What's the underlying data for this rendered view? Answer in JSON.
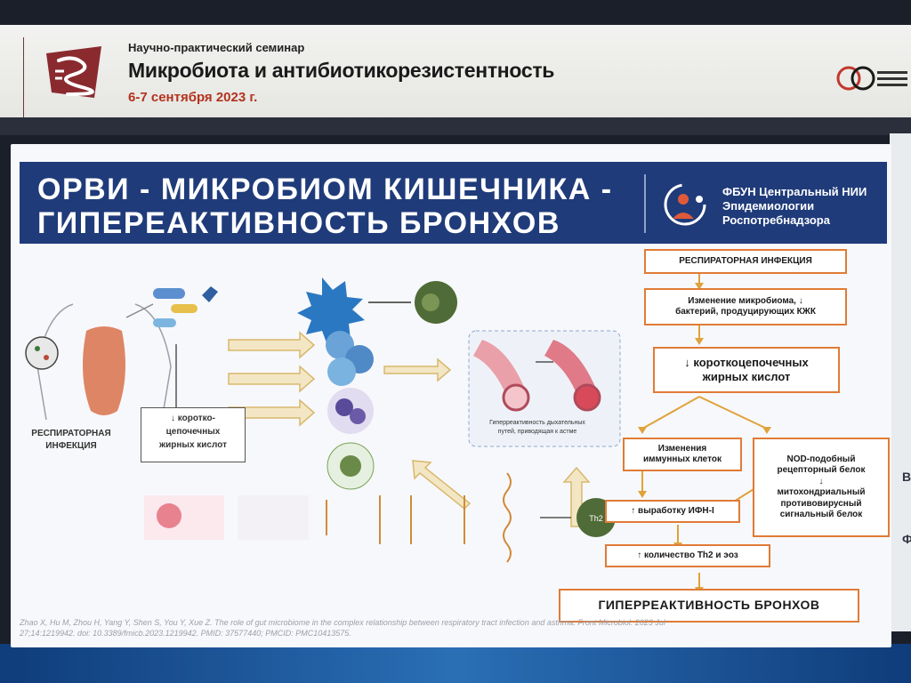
{
  "seminar": {
    "subtitle": "Научно-практический семинар",
    "title": "Микробиота и антибиотикорезистентность",
    "date": "6-7 сентября 2023 г."
  },
  "slide": {
    "title_line1": "ОРВИ - МИКРОБИОМ КИШЕЧНИКА -",
    "title_line2": "ГИПЕРЕАКТИВНОСТЬ БРОНХОВ",
    "org_line1": "ФБУН Центральный НИИ",
    "org_line2": "Эпидемиологии",
    "org_line3": "Роспотребнадзора"
  },
  "diagram": {
    "left_label_1": "РЕСПИРАТОРНАЯ",
    "left_label_2": "ИНФЕКЦИЯ",
    "center_box_1": "↓ коротко-",
    "center_box_2": "цепочечных",
    "center_box_3": "жирных кислот",
    "illus_caption_1": "Гиперреактивность дыхательных",
    "illus_caption_2": "путей, приводящая к астме",
    "cell_th2": "Th2"
  },
  "flow": {
    "box1": "РЕСПИРАТОРНАЯ ИНФЕКЦИЯ",
    "box2_l1": "Изменение микробиома, ↓",
    "box2_l2": "бактерий, продуцирующих КЖК",
    "box3_l1": "↓ короткоцепочечных",
    "box3_l2": "жирных кислот",
    "box4_l1": "Изменения",
    "box4_l2": "иммунных клеток",
    "box5_l1": "NOD-подобный",
    "box5_l2": "рецепторный белок",
    "box5_l3": "↓",
    "box5_l4": "митохондриальный",
    "box5_l5": "противовирусный",
    "box5_l6": "сигнальный белок",
    "box6": "↑ выработку ИФН-I",
    "box7": "↑ количество Th2 и эоз",
    "box8": "ГИПЕРРЕАКТИВНОСТЬ БРОНХОВ"
  },
  "citation": {
    "line1": "Zhao X, Hu M, Zhou H, Yang Y, Shen S, You Y, Xue Z. The role of gut microbiome in the complex relationship between respiratory tract infection and asthma. Front Microbiol. 2023 Jul",
    "line2": "27;14:1219942. doi: 10.3389/fmicb.2023.1219942. PMID: 37577440; PMCID: PMC10413575."
  },
  "edge": {
    "v": "В",
    "f": "Ф"
  },
  "colors": {
    "title_bar": "#1f3b7a",
    "flow_border": "#e07b36",
    "arrow": "#e0a23a",
    "date": "#b3321e"
  }
}
